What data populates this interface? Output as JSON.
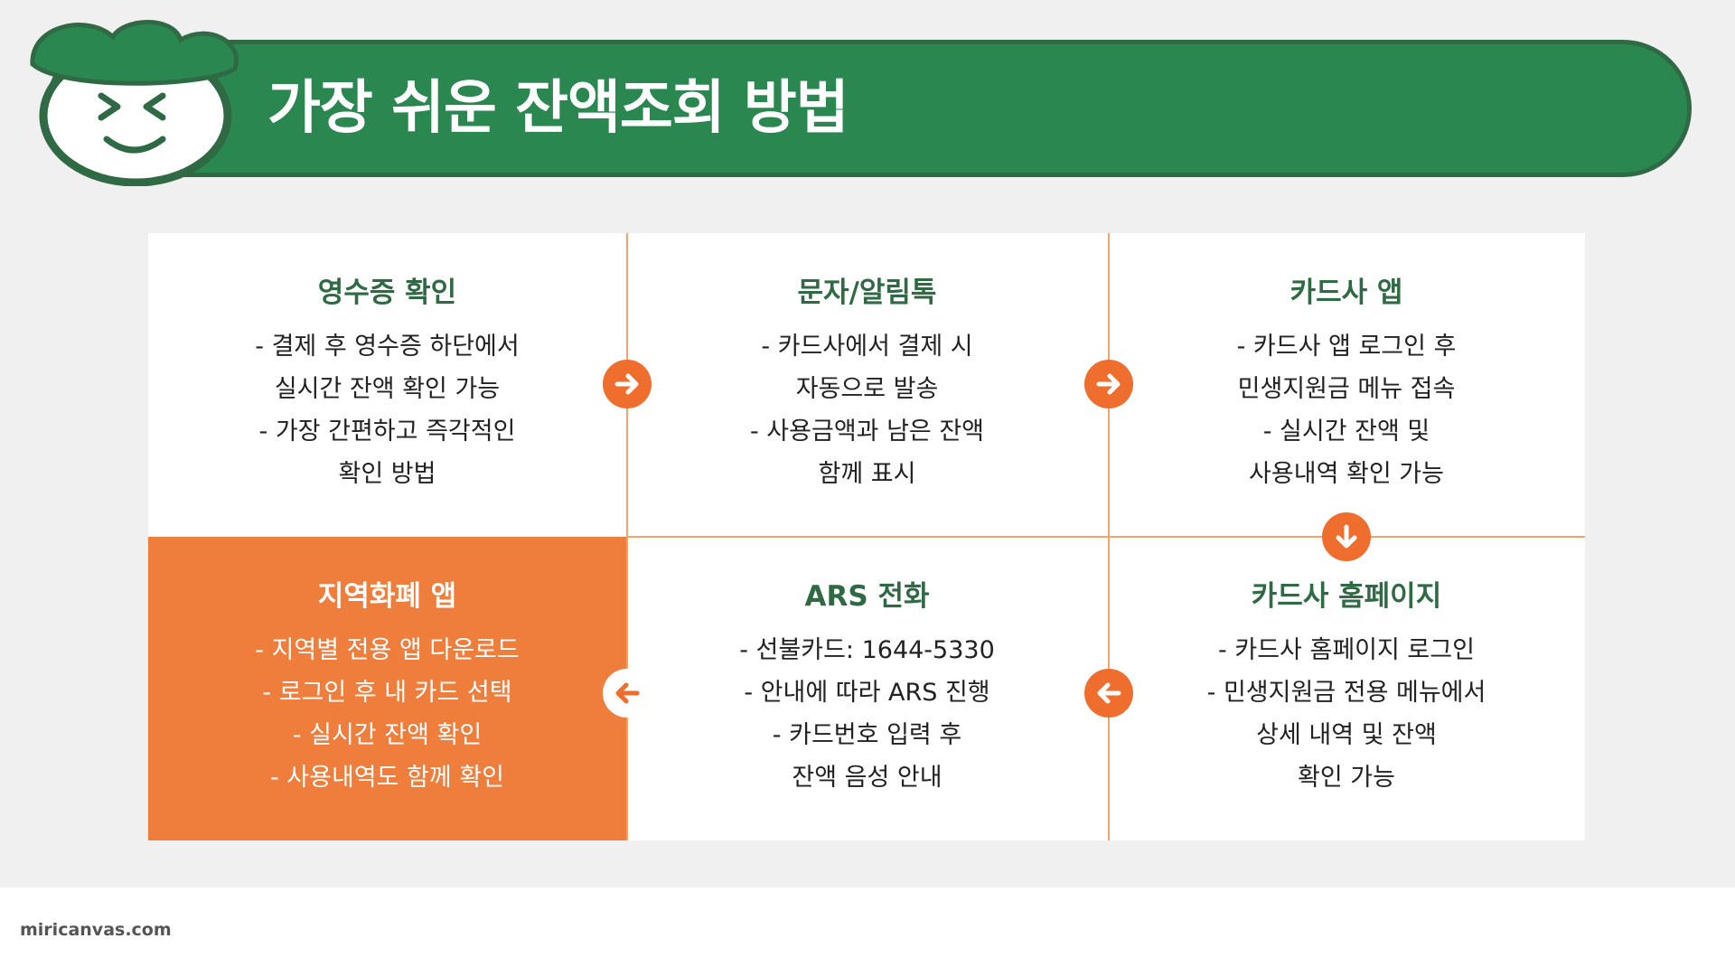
{
  "header": {
    "title": "가장 쉬운 잔액조회 방법"
  },
  "colors": {
    "green": "#2a8750",
    "dark_green": "#2f6a44",
    "orange": "#ef7d3b",
    "divider": "#f0a56c"
  },
  "cells": [
    {
      "title": "영수증 확인",
      "lines": [
        "- 결제 후 영수증 하단에서",
        "실시간 잔액 확인 가능",
        "- 가장 간편하고 즉각적인",
        "확인 방법"
      ]
    },
    {
      "title": "문자/알림톡",
      "lines": [
        "- 카드사에서 결제 시",
        "자동으로 발송",
        "- 사용금액과 남은 잔액",
        "함께 표시"
      ]
    },
    {
      "title": "카드사 앱",
      "lines": [
        "- 카드사 앱 로그인 후",
        "민생지원금 메뉴 접속",
        "- 실시간 잔액 및",
        "사용내역 확인 가능"
      ]
    },
    {
      "title": "지역화폐 앱",
      "lines": [
        "- 지역별 전용 앱 다운로드",
        "- 로그인 후 내 카드 선택",
        "- 실시간 잔액 확인",
        "- 사용내역도 함께 확인"
      ]
    },
    {
      "title": "ARS 전화",
      "lines": [
        "- 선불카드: 1644-5330",
        "- 안내에 따라 ARS 진행",
        "- 카드번호 입력 후",
        "잔액 음성 안내"
      ]
    },
    {
      "title": "카드사 홈페이지",
      "lines": [
        "- 카드사 홈페이지 로그인",
        "- 민생지원금 전용 메뉴에서",
        "상세 내역 및 잔액",
        "확인 가능"
      ]
    }
  ],
  "icons": {
    "mascot": "smiling-face-mascot-icon",
    "right": "arrow-right-icon",
    "down": "arrow-down-icon",
    "left": "arrow-left-icon"
  },
  "footer": {
    "text": "miricanvas.com"
  }
}
